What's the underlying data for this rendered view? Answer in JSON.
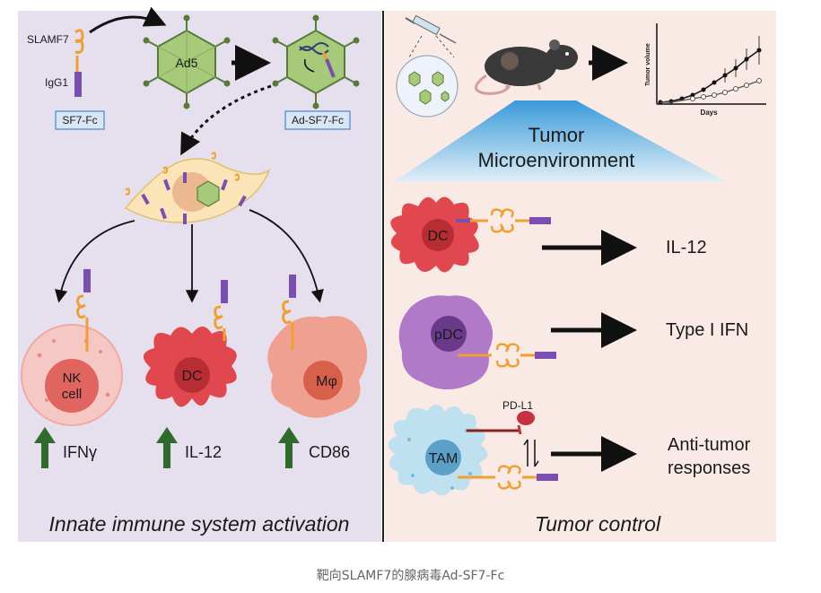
{
  "left_panel": {
    "title": "Innate immune system activation",
    "slamf7_label": "SLAMF7",
    "igg1_label": "IgG1",
    "sf7fc_label": "SF7-Fc",
    "ad5_label": "Ad5",
    "adsf7fc_label": "Ad-SF7-Fc",
    "nk_line1": "NK",
    "nk_line2": "cell",
    "dc_label": "DC",
    "macrophage_label": "Mφ",
    "outputs": [
      "IFNγ",
      "IL-12",
      "CD86"
    ]
  },
  "right_panel": {
    "title": "Tumor control",
    "tme_line1": "Tumor",
    "tme_line2": "Microenvironment",
    "graph_ylabel": "Tumor volume",
    "graph_xlabel": "Days",
    "dc_label": "DC",
    "pdc_label": "pDC",
    "tam_label": "TAM",
    "pdl1_label": "PD-L1",
    "outputs": [
      "IL-12",
      "Type I IFN"
    ],
    "anti_tumor_line1": "Anti-tumor",
    "anti_tumor_line2": "responses"
  },
  "caption": "靶向SLAMF7的腺病毒Ad-SF7-Fc",
  "colors": {
    "left_bg": "#e6e0ee",
    "right_bg": "#faeae6",
    "virus_green": "#a6c97a",
    "arrow_green": "#2f6b2a",
    "dc_red": "#e0474f",
    "pdc_purple": "#b07ac8",
    "tam_blue": "#bfe0ee",
    "sf7_orange": "#f0a030",
    "fc_purple": "#7a4fb0"
  }
}
